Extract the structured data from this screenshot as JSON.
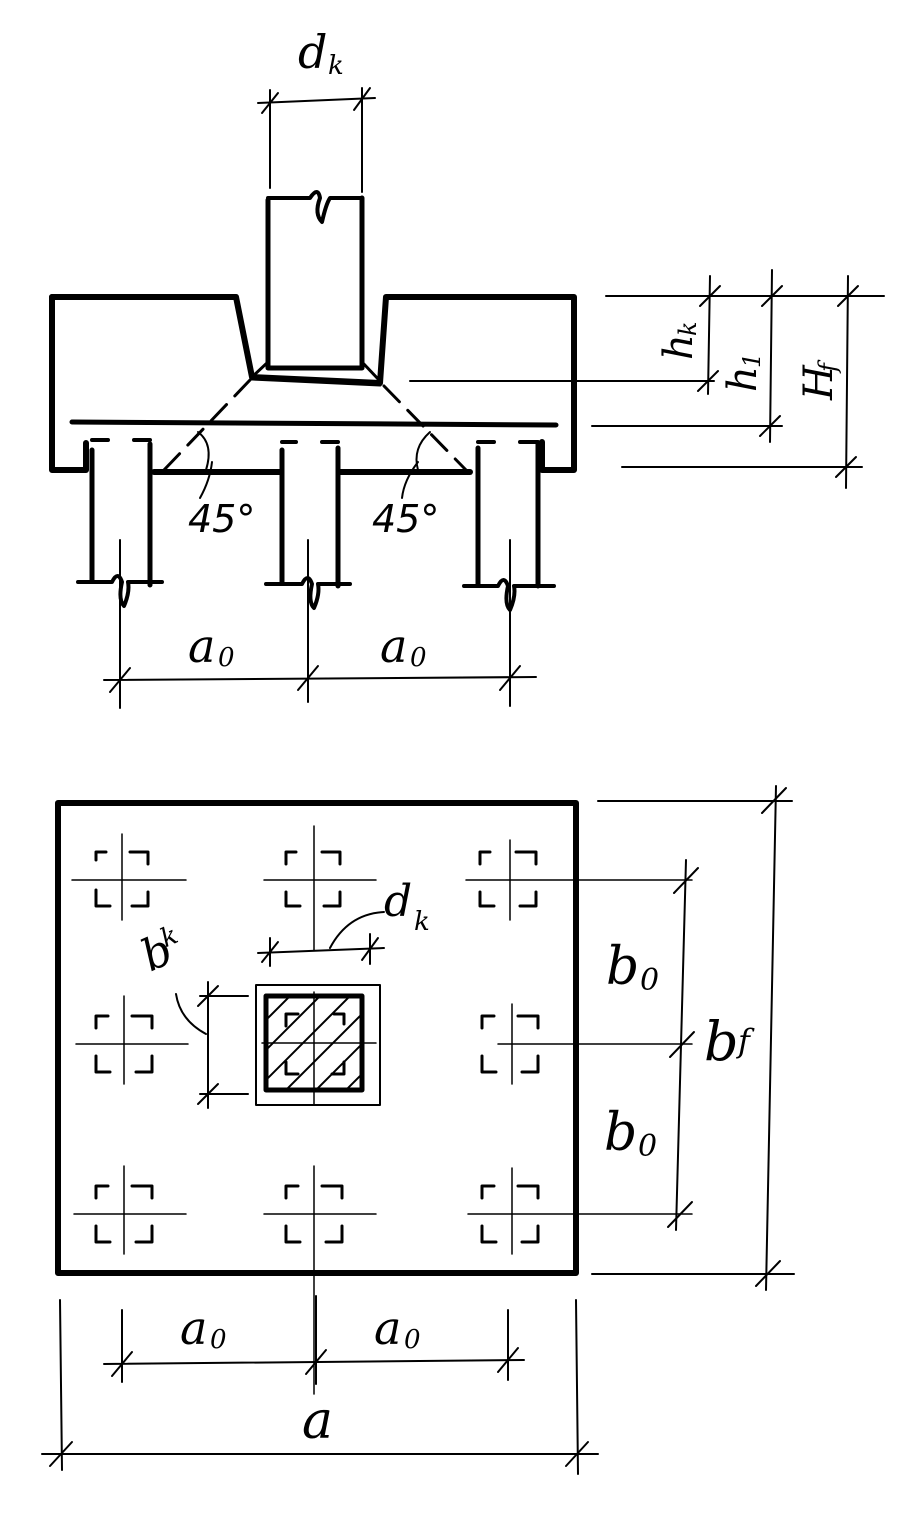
{
  "elevation": {
    "column_width_label": "d",
    "column_width_sub": "k",
    "cup_depth_label": "h",
    "cup_depth_sub": "k",
    "slab_depth_label": "h",
    "slab_depth_sub": "1",
    "total_depth_label": "H",
    "total_depth_sub": "f",
    "angle_left": "45°",
    "angle_right": "45°",
    "pile_spacing_left": "a",
    "pile_spacing_left_sub": "0",
    "pile_spacing_right": "a",
    "pile_spacing_right_sub": "0"
  },
  "plan": {
    "column_width_label": "d",
    "column_width_sub": "k",
    "column_depth_label": "b",
    "column_depth_sub": "k",
    "pile_spacing_y_top": "b",
    "pile_spacing_y_top_sub": "0",
    "pile_spacing_y_bottom": "b",
    "pile_spacing_y_bottom_sub": "0",
    "footing_width_label": "b",
    "footing_width_sub": "f",
    "pile_spacing_x_left": "a",
    "pile_spacing_x_left_sub": "0",
    "pile_spacing_x_right": "a",
    "pile_spacing_x_right_sub": "0",
    "footing_length_label": "a"
  }
}
